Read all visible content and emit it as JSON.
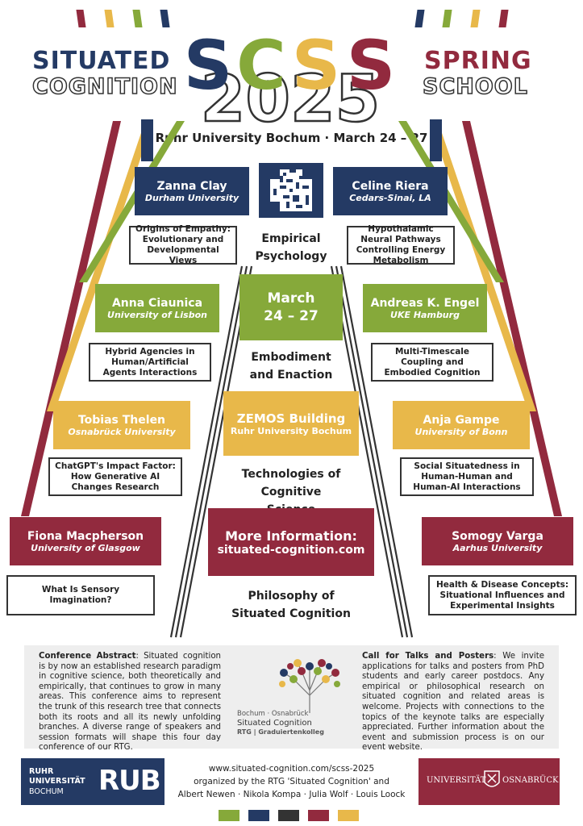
{
  "colors": {
    "navy": "#243a64",
    "green": "#86a93a",
    "yellow": "#e8b84a",
    "red": "#922a3e",
    "dark": "#333333"
  },
  "header": {
    "left_line1": "SITUATED",
    "left_line2": "COGNITION",
    "right_line1": "SPRING",
    "right_line2": "SCHOOL",
    "letters": [
      "S",
      "C",
      "S",
      "S"
    ],
    "year": "2025"
  },
  "location_line": "Ruhr University Bochum · March 24 – 27",
  "speakers": {
    "s1": {
      "name": "Zanna Clay",
      "affil": "Durham University",
      "talk": "Origins of Empathy: Evolutionary and Developmental Views"
    },
    "s2": {
      "name": "Celine Riera",
      "affil": "Cedars-Sinai, LA",
      "talk": "Hypothalamic Neural Pathways Controlling Energy Metabolism"
    },
    "s3": {
      "name": "Anna Ciaunica",
      "affil": "University of Lisbon",
      "talk": "Hybrid Agencies in Human/Artificial Agents Interactions"
    },
    "s4": {
      "name": "Andreas K. Engel",
      "affil": "UKE Hamburg",
      "talk": "Multi-Timescale Coupling and Embodied Cognition"
    },
    "s5": {
      "name": "Tobias Thelen",
      "affil": "Osnabrück University",
      "talk": "ChatGPT's Impact Factor: How Generative AI Changes Research"
    },
    "s6": {
      "name": "Anja Gampe",
      "affil": "University of Bonn",
      "talk": "Social Situatedness in Human-Human and Human-AI Interactions"
    },
    "s7": {
      "name": "Fiona Macpherson",
      "affil": "University of Glasgow",
      "talk": "What Is Sensory Imagination?"
    },
    "s8": {
      "name": "Somogy Varga",
      "affil": "Aarhus University",
      "talk": "Health & Disease Concepts: Situational Influences and Experimental Insights"
    }
  },
  "center": {
    "topic1": "Empirical Psychology",
    "date_line1": "March",
    "date_line2": "24 – 27",
    "topic2": "Embodiment and Enaction",
    "venue_line1": "ZEMOS Building",
    "venue_line2": "Ruhr University Bochum",
    "topic3": "Technologies of Cognitive Science",
    "info_line1": "More Information:",
    "info_line2": "situated-cognition.com",
    "topic4": "Philosophy of Situated Cognition"
  },
  "abstract": {
    "left_title": "Conference Abstract",
    "left_text": ": Situated cognition is by now an established research paradigm in cognitive science, both theoretically and empirically, that continues to grow in many areas. This conference aims to represent the trunk of this research tree that connects both its roots and all its newly unfolding branches. A diverse range of speakers and session formats will shape this four day conference of our RTG.",
    "right_title": "Call for Talks and Posters",
    "right_text": ": We invite applications for talks and posters from PhD students and early career postdocs. Any empirical or philosophical research on situated cognition and related areas is welcome. Projects with connections to the topics of the keynote talks are especially appreciated. Further information about the event and submission process is on our event website.",
    "logo_line1": "Bochum · Osnabrück",
    "logo_line2": "Situated Cognition",
    "logo_line3": "RTG | Graduiertenkolleg"
  },
  "footer": {
    "rub_line1": "RUHR",
    "rub_line2": "UNIVERSITÄT",
    "rub_line3": "BOCHUM",
    "rub_mark": "RUB",
    "line1": "www.situated-cognition.com/scss-2025",
    "line2": "organized by the RTG 'Situated Cognition' and",
    "line3": "Albert Newen · Nikola Kompa · Julia Wolf · Louis Loock",
    "osna_left": "UNIVERSITÄT",
    "osna_right": "OSNABRÜCK"
  }
}
